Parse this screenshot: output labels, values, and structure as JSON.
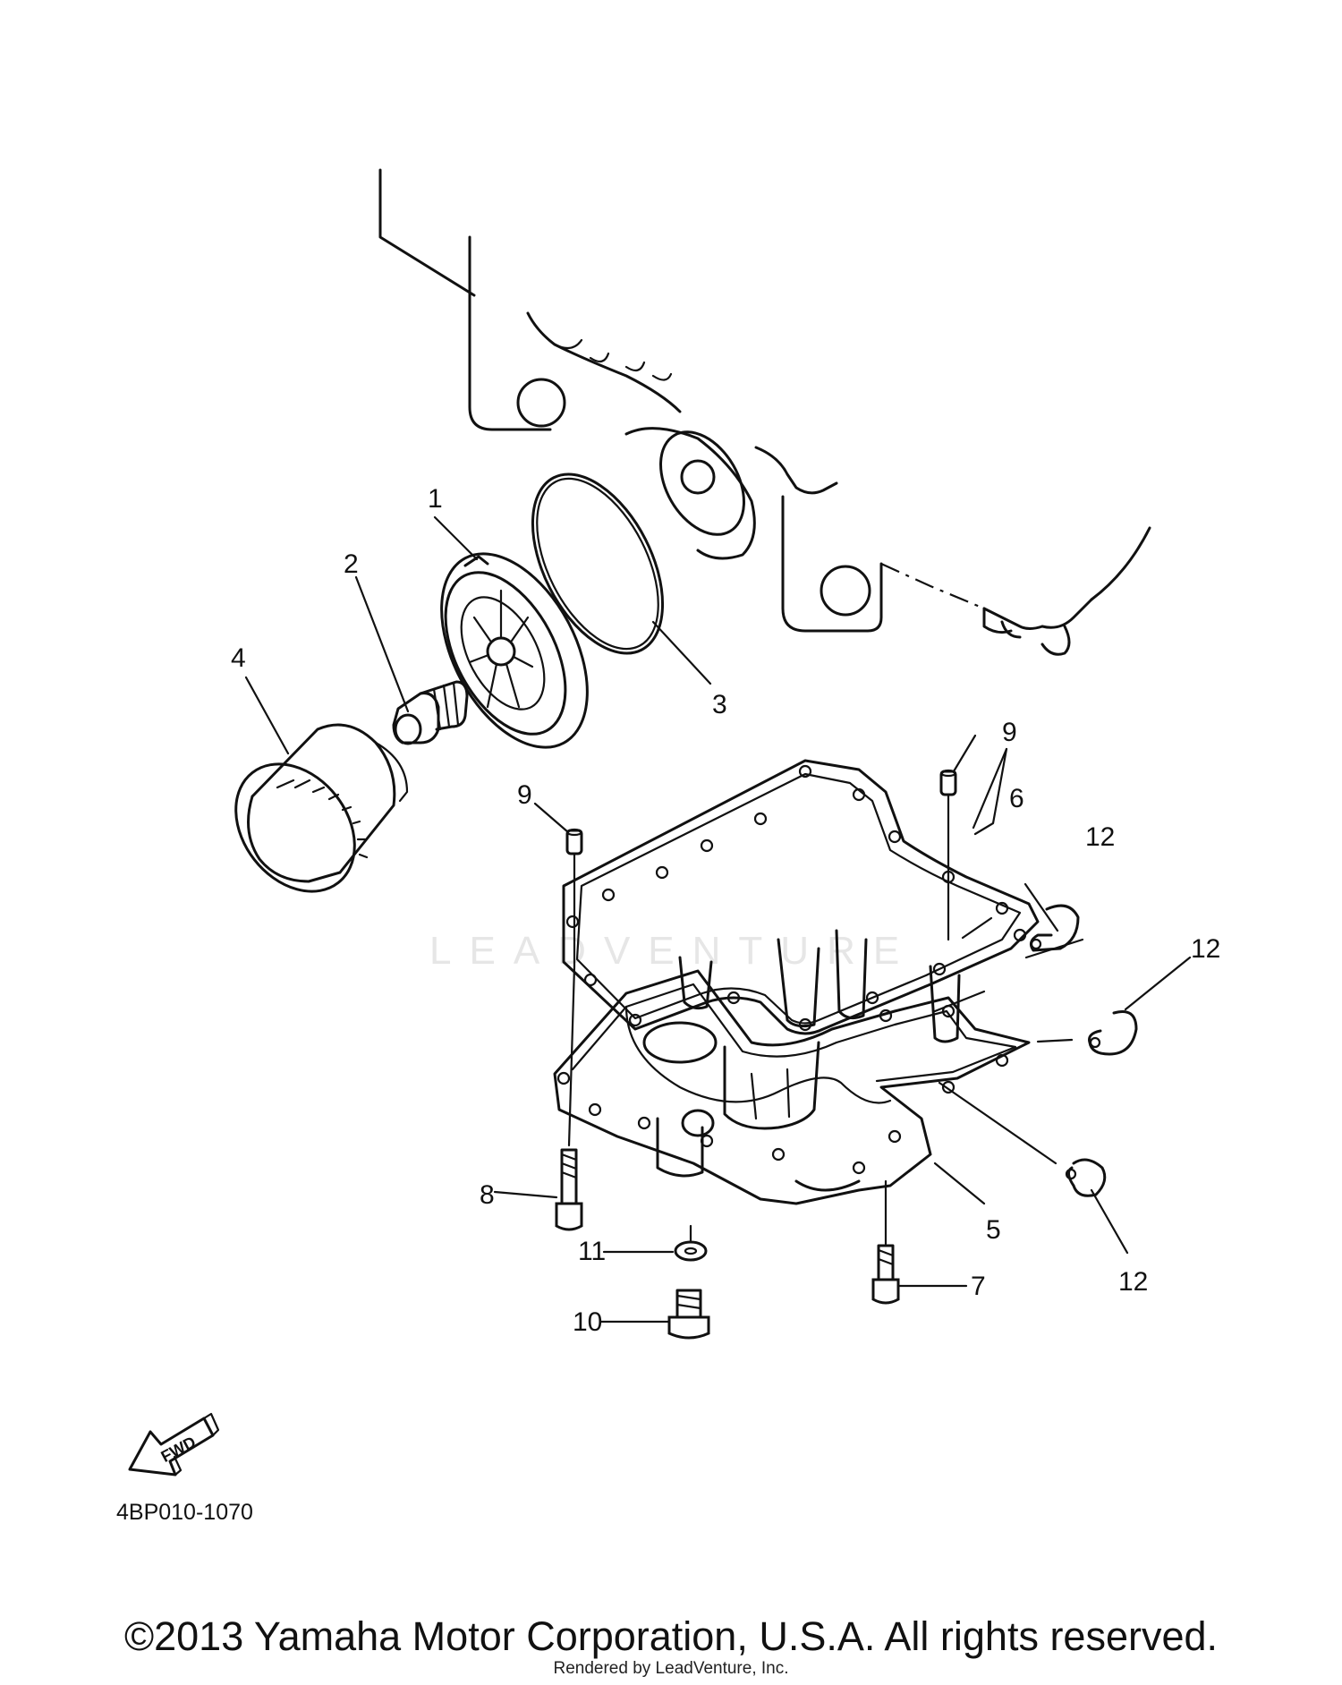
{
  "diagram": {
    "callouts": {
      "c1": "1",
      "c2": "2",
      "c3": "3",
      "c4": "4",
      "c5": "5",
      "c6": "6",
      "c7": "7",
      "c8": "8",
      "c9a": "9",
      "c9b": "9",
      "c10": "10",
      "c11": "11",
      "c12a": "12",
      "c12b": "12",
      "c12c": "12"
    },
    "fwd_label": "FWD",
    "drawing_code": "4BP010-1070"
  },
  "watermark": "LEADVENTURE",
  "footer": {
    "copyright": "©2013 Yamaha Motor Corporation, U.S.A. All rights reserved.",
    "rendered_by": "Rendered by LeadVenture, Inc."
  }
}
